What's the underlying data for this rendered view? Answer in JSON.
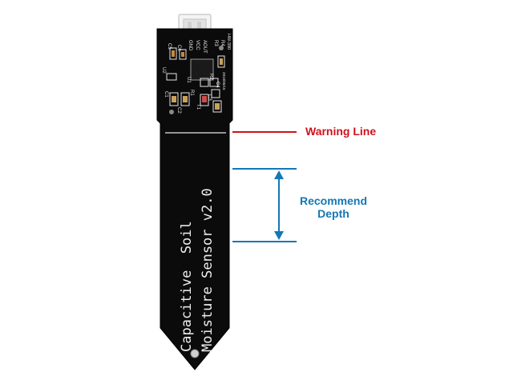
{
  "colors": {
    "warning": "#d0121b",
    "depth": "#1478b4",
    "pcb": "#0d0d0d",
    "silkscreen": "#e8e8e8"
  },
  "board": {
    "model": "HW-390",
    "date_code": "2019/05/15",
    "title_line_1": "Capacitive  Soil",
    "title_line_2": "Moisture Sensor v2.0",
    "pins": [
      "GND",
      "VCC",
      "AOUT"
    ],
    "component_labels": [
      "C5",
      "C6",
      "U2",
      "U1",
      "R1",
      "T1",
      "C1",
      "C2",
      "R2",
      "R3",
      "R4",
      "C3",
      "C4"
    ]
  },
  "annotations": {
    "warning_line_label": "Warning Line",
    "recommend_depth_label_line_1": "Recommend",
    "recommend_depth_label_line_2": "Depth"
  }
}
